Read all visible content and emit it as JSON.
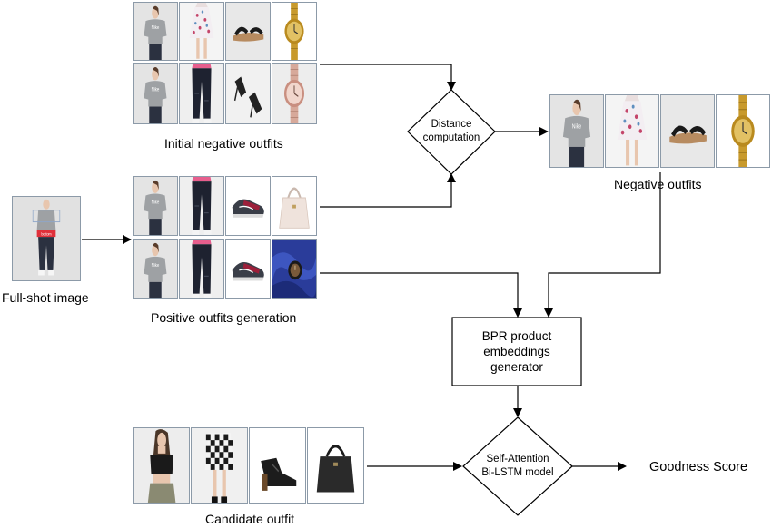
{
  "labels": {
    "initial_negative": "Initial negative outfits",
    "positive_generation": "Positive outfits generation",
    "full_shot": "Full-shot image",
    "negative_outfits": "Negative outfits",
    "candidate_outfit": "Candidate outfit",
    "goodness_score": "Goodness Score"
  },
  "nodes": {
    "distance": [
      "Distance",
      "computation"
    ],
    "bpr": [
      "BPR product",
      "embeddings",
      "generator"
    ],
    "bilstm": [
      "Self-Attention",
      "Bi-LSTM model"
    ]
  },
  "thumbnails": {
    "neg_row1": [
      "model-tshirt",
      "floral-skirt",
      "sandal",
      "gold-watch"
    ],
    "neg_row2": [
      "model-tshirt",
      "black-jeans",
      "heels",
      "rose-watch"
    ],
    "pos_row1": [
      "model-tshirt",
      "black-jeans",
      "sneaker",
      "handbag"
    ],
    "pos_row2": [
      "model-tshirt",
      "black-jeans",
      "sneaker",
      "blue-watch"
    ],
    "negative_outfits": [
      "model-tshirt",
      "floral-skirt",
      "sandal",
      "gold-watch"
    ],
    "candidate": [
      "model-crop-top",
      "checked-skirt",
      "heel-bootie",
      "black-handbag"
    ],
    "full_shot": "full-shot-model"
  },
  "colors": {
    "line": "#000000",
    "thumb_border": "#8c9aa8",
    "skin": "#e8c6ae",
    "tshirt": "#9ea1a4",
    "denim": "#2b3140",
    "gold": "#c89a2c",
    "rose": "#d7a99a",
    "sneaker_red": "#9d1f3a",
    "blue_silk": "#2a3c9a",
    "tag_red": "#e0303a"
  }
}
